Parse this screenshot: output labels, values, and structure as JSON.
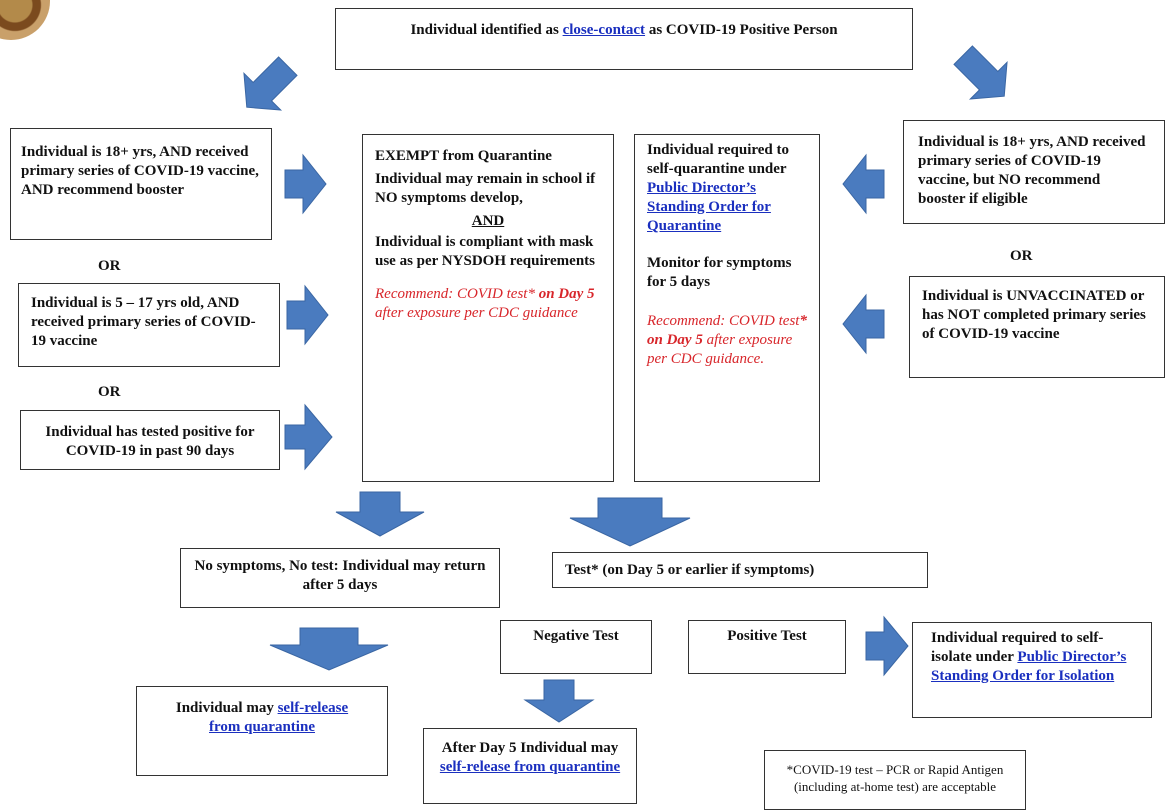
{
  "top": {
    "before": "Individual identified as ",
    "link": "close-contact",
    "after": " as COVID-19 Positive Person"
  },
  "left": {
    "box1": "Individual is 18+ yrs, AND received primary series of COVID-19 vaccine, AND recommend booster",
    "or1": "OR",
    "box2": "Individual is 5 – 17 yrs old, AND received primary series of COVID-19 vaccine",
    "or2": "OR",
    "box3": "Individual has tested positive for COVID-19 in past 90 days"
  },
  "exempt": {
    "title": "EXEMPT from Quarantine",
    "p1": "Individual may remain in school if NO symptoms develop,",
    "and": "AND",
    "p2": "Individual is compliant with mask use as per NYSDOH requirements",
    "rec1": "Recommend: COVID test* ",
    "rec_bold": "on Day 5",
    "rec2": " after exposure per CDC guidance"
  },
  "quarantine": {
    "p1": "Individual required to self-quarantine under ",
    "link": "Public Director’s Standing Order for Quarantine",
    "p2": "Monitor for symptoms for 5 days",
    "rec1": "Recommend: COVID test",
    "rec_bold": "* on Day 5",
    "rec2": " after exposure per CDC guidance."
  },
  "right": {
    "box1": "Individual is 18+ yrs, AND received primary series of COVID-19 vaccine, but NO recommend booster if eligible",
    "or": "OR",
    "box2": "Individual is UNVACCINATED or has NOT completed primary series of COVID-19 vaccine"
  },
  "no_symptoms": "No symptoms, No test: Individual may return after 5 days",
  "test": "Test* (on Day 5 or earlier if symptoms)",
  "negative": "Negative Test",
  "positive": "Positive Test",
  "isolate": {
    "p1": "Individual required to self-isolate under ",
    "link": "Public Director’s Standing Order for Isolation"
  },
  "self_release": {
    "p1": "Individual may ",
    "link": "self-release from quarantine"
  },
  "after_day5": {
    "p1": "After Day 5 Individual may ",
    "link": "self-release from quarantine"
  },
  "footnote": {
    "line1": "*COVID-19 test – PCR or Rapid Antigen",
    "line2": "(including at-home test) are acceptable"
  },
  "colors": {
    "arrow": "#4a7bbf",
    "link": "#1a2fbf",
    "recommend": "#d8262b"
  },
  "icons": {
    "arrow": "block-arrow-icon",
    "logo": "county-seal-logo"
  }
}
